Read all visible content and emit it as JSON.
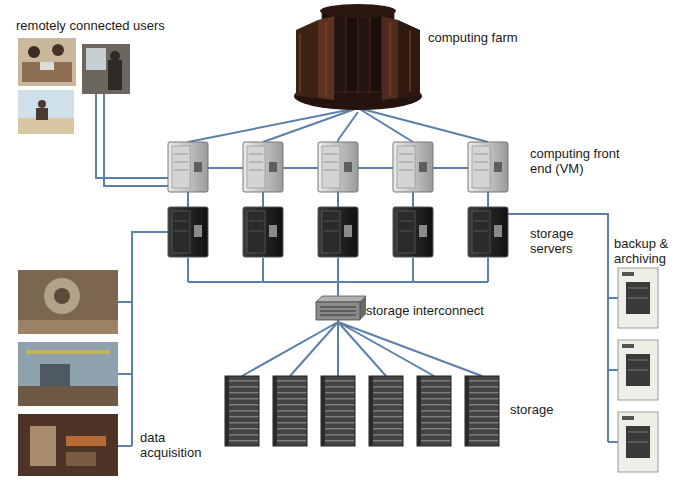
{
  "diagram": {
    "nodes": [
      {
        "text": [
          "remotely connected users"
        ]
      },
      {
        "text": [
          "computing farm"
        ]
      },
      {
        "text": [
          "computing front end (VM)"
        ]
      },
      {
        "text": [
          "storage servers"
        ]
      },
      {
        "text": [
          "backup & archiving"
        ]
      },
      {
        "text": [
          "data acquisition"
        ]
      },
      {
        "text": [
          "storage interconnect"
        ]
      },
      {
        "text": [
          "storage"
        ]
      }
    ],
    "edges": [
      {
        "from": 0,
        "to": 2,
        "arrow": "none"
      },
      {
        "from": 1,
        "to": 2,
        "arrow": "none"
      },
      {
        "from": 2,
        "to": 3,
        "arrow": "none"
      },
      {
        "from": 5,
        "to": 3,
        "arrow": "none"
      },
      {
        "from": 3,
        "to": 6,
        "arrow": "none"
      },
      {
        "from": 6,
        "to": 7,
        "arrow": "none"
      },
      {
        "from": 3,
        "to": 4,
        "arrow": "none"
      }
    ]
  }
}
